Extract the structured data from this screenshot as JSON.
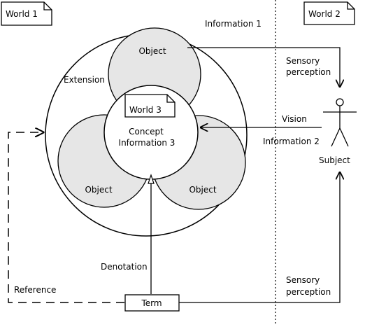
{
  "notes": {
    "world1": "World 1",
    "world2": "World 2",
    "world3": "World 3"
  },
  "labels": {
    "information1": "Information 1",
    "information2": "Information 2",
    "information3": "Information 3",
    "concept": "Concept",
    "extension": "Extension",
    "object_top": "Object",
    "object_left": "Object",
    "object_right": "Object",
    "sensory_top_line1": "Sensory",
    "sensory_top_line2": "perception",
    "vision": "Vision",
    "subject": "Subject",
    "denotation": "Denotation",
    "reference": "Reference",
    "term": "Term",
    "sensory_bottom_line1": "Sensory",
    "sensory_bottom_line2": "perception"
  },
  "colors": {
    "object_fill": "#e6e6e6",
    "stroke": "#000000",
    "background": "#ffffff"
  }
}
